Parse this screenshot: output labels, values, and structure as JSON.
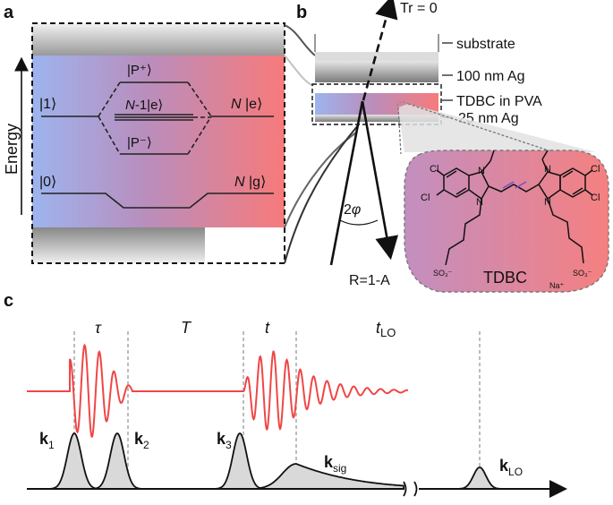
{
  "panels": {
    "a": "a",
    "b": "b",
    "c": "c"
  },
  "panel_a": {
    "energy_label": "Energy",
    "state_1": "|1⟩",
    "state_0": "|0⟩",
    "p_plus": "|P⁺⟩",
    "p_minus": "|P⁻⟩",
    "dark_states_prefix": "N",
    "dark_states_suffix": "-1|e⟩",
    "n_e_prefix": "N",
    "n_e_suffix": " |e⟩",
    "n_g_prefix": "N",
    "n_g_suffix": " |g⟩"
  },
  "panel_b": {
    "tr_label": "Tr = 0",
    "r_label": "R=1-A",
    "angle_prefix": "2",
    "angle_symbol": "φ",
    "layers": [
      "substrate",
      "100 nm Ag",
      "TDBC in PVA",
      "25 nm Ag"
    ],
    "molecule": {
      "name": "TDBC",
      "cl": "Cl",
      "n": "N",
      "so3": "SO₃⁻",
      "na": "Na⁺",
      "so3_na": "SO₃⁻"
    }
  },
  "panel_c": {
    "intervals": {
      "tau": "τ",
      "T": "T",
      "t": "t",
      "tlo_main": "t",
      "tlo_sub": "LO"
    },
    "pulses": [
      {
        "main": "k",
        "sub": "1"
      },
      {
        "main": "k",
        "sub": "2"
      },
      {
        "main": "k",
        "sub": "3"
      },
      {
        "main": "k",
        "sub": "sig"
      },
      {
        "main": "k",
        "sub": "LO"
      }
    ],
    "colors": {
      "signal": "#f04646",
      "gauss_fill": "#d9d9d9",
      "blue": "#8fa8e8",
      "purple": "#b88cb8",
      "red": "#f08080"
    }
  }
}
